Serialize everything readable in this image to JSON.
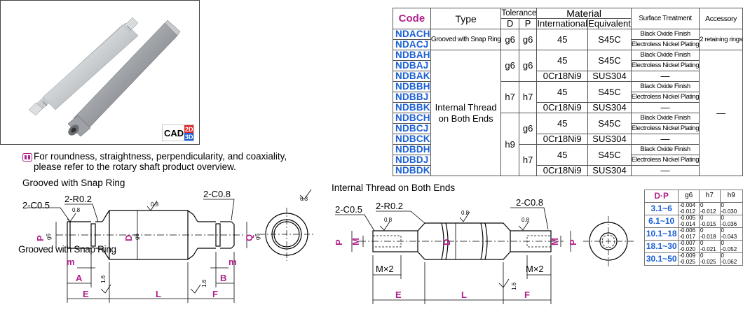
{
  "spec_table": {
    "headers": {
      "code": "Code",
      "type": "Type",
      "tolerance": "Tolerance",
      "tol_d": "D",
      "tol_p": "P",
      "material": "Material",
      "international": "International",
      "equivalent": "Equivalent",
      "surface": "Surface Treatment",
      "accessory": "Accessory"
    },
    "codes": [
      "NDACH",
      "NDACJ",
      "NDBAH",
      "NDBAJ",
      "NDBAK",
      "NDBBH",
      "NDBBJ",
      "NDBBK",
      "NDBCH",
      "NDBCJ",
      "NDBCK",
      "NDBDH",
      "NDBDJ",
      "NDBDK"
    ],
    "type_grooved": "Grooved with Snap Ring",
    "type_internal": "Internal Thread on Both Ends",
    "tol_g6": "g6",
    "tol_h7": "h7",
    "tol_h9": "h9",
    "mat_45": "45",
    "mat_0cr": "0Cr18Ni9",
    "eq_s45c": "S45C",
    "eq_sus": "SUS304",
    "black_oxide": "Black Oxide Finish",
    "nickel": "Electroless Nickel Plating",
    "dash": "—",
    "acc_rings": "2 retaining rings"
  },
  "cad_badge": {
    "cad": "CAD",
    "two_d": "2D",
    "three_d": "3D"
  },
  "note": {
    "line1": "For roundness, straightness, perpendicularity, and coaxiality,",
    "line2": "please refer to the rotary shaft product overview."
  },
  "drawing_left": {
    "title": "Grooved with Snap Ring",
    "overlap_title": "Grooved with Snap Ring",
    "c05": "2-C0.5",
    "r02": "2-R0.2",
    "c08": "2-C0.8",
    "rough08": "0.8",
    "rough63": "6.3",
    "rough16": "1.6",
    "p": "P",
    "pg6": "g6",
    "d": "D",
    "dg6": "g6",
    "q": "Q",
    "qg6": "g6",
    "m": "m",
    "a": "A",
    "b": "B",
    "e": "E",
    "l": "L",
    "f": "F"
  },
  "drawing_right": {
    "title": "Internal Thread on Both Ends",
    "c05": "2-C0.5",
    "r02": "2-R0.2",
    "c08": "2-C0.8",
    "rough08": "0.8",
    "rough16": "1.6",
    "p": "P",
    "m": "M",
    "d": "D",
    "m2": "M×2",
    "e": "E",
    "l": "L",
    "f": "F"
  },
  "dp_table": {
    "header": "D·P",
    "cols": [
      "g6",
      "h7",
      "h9"
    ],
    "rows": [
      {
        "range": "3.1~6",
        "g6": [
          "-0.004",
          "-0.012"
        ],
        "h7": [
          "0",
          "-0.012"
        ],
        "h9": [
          "0",
          "-0.030"
        ]
      },
      {
        "range": "6.1~10",
        "g6": [
          "-0.005",
          "-0.014"
        ],
        "h7": [
          "0",
          "-0.015"
        ],
        "h9": [
          "0",
          "-0.036"
        ]
      },
      {
        "range": "10.1~18",
        "g6": [
          "-0.006",
          "-0.017"
        ],
        "h7": [
          "0",
          "-0.018"
        ],
        "h9": [
          "0",
          "-0.043"
        ]
      },
      {
        "range": "18.1~30",
        "g6": [
          "-0.007",
          "-0.020"
        ],
        "h7": [
          "0",
          "-0.021"
        ],
        "h9": [
          "0",
          "-0.052"
        ]
      },
      {
        "range": "30.1~50",
        "g6": [
          "-0.009",
          "-0.025"
        ],
        "h7": [
          "0",
          "-0.025"
        ],
        "h9": [
          "0",
          "-0.062"
        ]
      }
    ]
  },
  "colors": {
    "code_blue": "#1a5fd6",
    "accent_magenta": "#b0208a",
    "cad_red": "#e0262a",
    "cad_blue": "#1a5fd6"
  }
}
